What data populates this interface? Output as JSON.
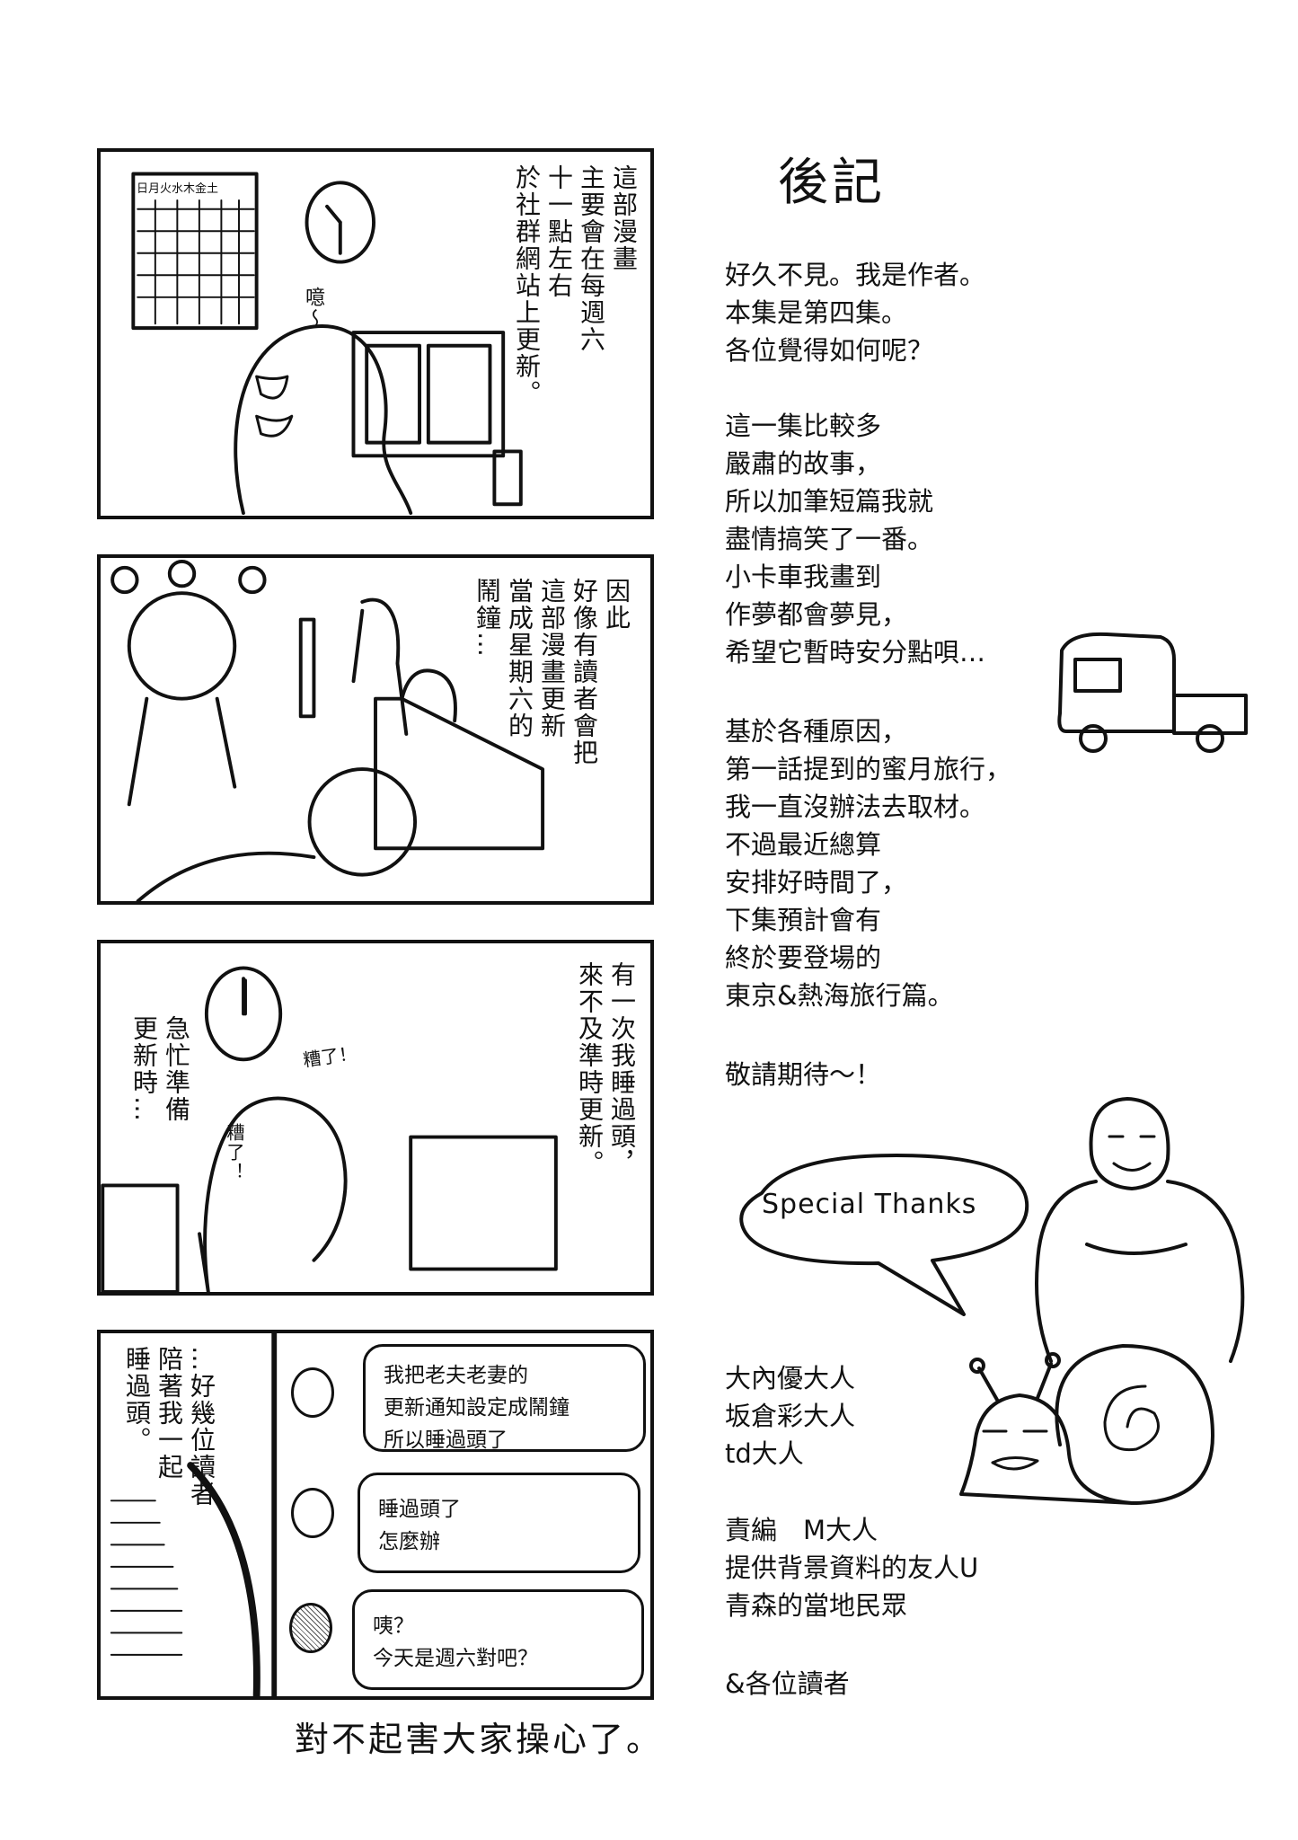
{
  "panels": [
    {
      "text": "這部漫畫\n主要會在每週六\n十一點左右\n於社群網站上更新。",
      "sfx": "噫～",
      "calendar": "日月火水木金土"
    },
    {
      "text": "因此\n好像有讀者會把\n這部漫畫更新\n當成星期六的\n鬧鐘…"
    },
    {
      "text_right": "有一次我睡過頭，\n來不及準時更新。",
      "text_left": "急忙準備\n更新時…",
      "sfx1": "糟了！",
      "sfx2": "糟了！"
    },
    {
      "text": "…好幾位讀者\n陪著我一起\n睡過頭。",
      "chat": [
        {
          "avatar": "apple-icon",
          "lines": [
            "我把老夫老妻的",
            "更新通知設定成鬧鐘",
            "所以睡過頭了"
          ]
        },
        {
          "avatar": "dog-icon",
          "lines": [
            "睡過頭了",
            "怎麼辦"
          ]
        },
        {
          "avatar": "egg-icon",
          "lines": [
            "咦？",
            "今天是週六對吧？"
          ]
        }
      ]
    }
  ],
  "caption": "對不起害大家操心了。",
  "afterword": {
    "title": "後記",
    "paragraphs": [
      [
        "好久不見。我是作者。",
        "本集是第四集。",
        "各位覺得如何呢？"
      ],
      [
        "這一集比較多",
        "嚴肅的故事，",
        "所以加筆短篇我就",
        "盡情搞笑了一番。",
        "小卡車我畫到",
        "作夢都會夢見，",
        "希望它暫時安分點唄…"
      ],
      [
        "基於各種原因，",
        "第一話提到的蜜月旅行，",
        "我一直沒辦法去取材。",
        "不過最近總算",
        "安排好時間了，",
        "下集預計會有",
        "終於要登場的",
        "東京&熱海旅行篇。"
      ],
      [
        "敬請期待～！"
      ]
    ],
    "special_thanks": "Special Thanks",
    "credits": [
      [
        "大內優大人",
        "坂倉彩大人",
        "td大人"
      ],
      [
        "責編　M大人",
        "提供背景資料的友人U",
        "青森的當地民眾"
      ],
      [
        "&各位讀者"
      ]
    ]
  }
}
